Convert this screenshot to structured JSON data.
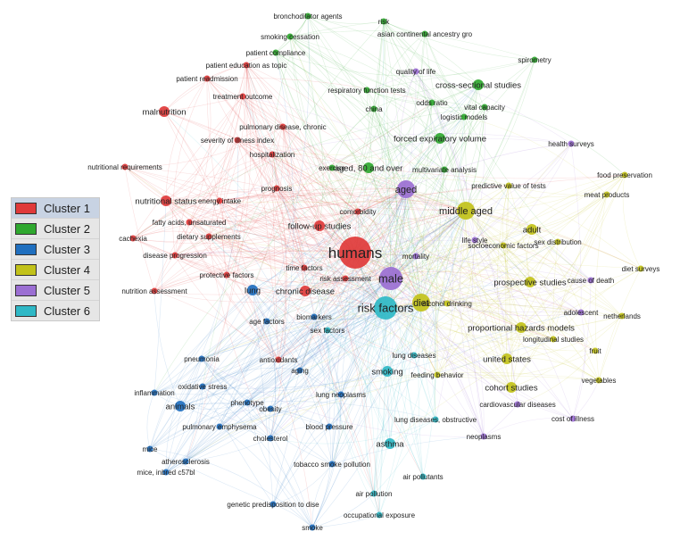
{
  "legend": [
    {
      "label": "Cluster 1",
      "color": "#e03a3a"
    },
    {
      "label": "Cluster 2",
      "color": "#2fa82f"
    },
    {
      "label": "Cluster 3",
      "color": "#1f6fbf"
    },
    {
      "label": "Cluster 4",
      "color": "#c2c21a"
    },
    {
      "label": "Cluster 5",
      "color": "#9b6fd3"
    },
    {
      "label": "Cluster 6",
      "color": "#2fb8c6"
    }
  ],
  "nodes": [
    {
      "label": "humans",
      "cluster": 1,
      "weight": 5
    },
    {
      "label": "male",
      "cluster": 5,
      "weight": 4
    },
    {
      "label": "risk factors",
      "cluster": 6,
      "weight": 4
    },
    {
      "label": "aged",
      "cluster": 5,
      "weight": 3
    },
    {
      "label": "middle aged",
      "cluster": 4,
      "weight": 3
    },
    {
      "label": "diet",
      "cluster": 4,
      "weight": 3
    },
    {
      "label": "smoking",
      "cluster": 6,
      "weight": 2
    },
    {
      "label": "adult",
      "cluster": 4,
      "weight": 2
    },
    {
      "label": "prospective studies",
      "cluster": 4,
      "weight": 2
    },
    {
      "label": "aged, 80 and over",
      "cluster": 2,
      "weight": 2
    },
    {
      "label": "forced expiratory volume",
      "cluster": 2,
      "weight": 2
    },
    {
      "label": "cross-sectional studies",
      "cluster": 2,
      "weight": 2
    },
    {
      "label": "follow-up studies",
      "cluster": 1,
      "weight": 2
    },
    {
      "label": "chronic disease",
      "cluster": 1,
      "weight": 2
    },
    {
      "label": "proportional hazards models",
      "cluster": 4,
      "weight": 2
    },
    {
      "label": "united states",
      "cluster": 4,
      "weight": 2
    },
    {
      "label": "cohort studies",
      "cluster": 4,
      "weight": 2
    },
    {
      "label": "asthma",
      "cluster": 6,
      "weight": 2
    },
    {
      "label": "nutritional status",
      "cluster": 1,
      "weight": 2
    },
    {
      "label": "animals",
      "cluster": 3,
      "weight": 2
    },
    {
      "label": "lung",
      "cluster": 3,
      "weight": 2
    },
    {
      "label": "malnutrition",
      "cluster": 1,
      "weight": 2
    },
    {
      "label": "treatment outcome",
      "cluster": 1,
      "weight": 1
    },
    {
      "label": "pulmonary disease, chronic",
      "cluster": 1,
      "weight": 1
    },
    {
      "label": "mortality",
      "cluster": 5,
      "weight": 1
    },
    {
      "label": "risk assessment",
      "cluster": 1,
      "weight": 1
    },
    {
      "label": "time factors",
      "cluster": 1,
      "weight": 1
    },
    {
      "label": "bronchodilator agents",
      "cluster": 2,
      "weight": 1
    },
    {
      "label": "risk",
      "cluster": 2,
      "weight": 1
    },
    {
      "label": "smoking cessation",
      "cluster": 2,
      "weight": 1
    },
    {
      "label": "asian continental ancestry gro",
      "cluster": 2,
      "weight": 1
    },
    {
      "label": "patient compliance",
      "cluster": 2,
      "weight": 1
    },
    {
      "label": "spirometry",
      "cluster": 2,
      "weight": 1
    },
    {
      "label": "patient education as topic",
      "cluster": 1,
      "weight": 1
    },
    {
      "label": "patient readmission",
      "cluster": 1,
      "weight": 1
    },
    {
      "label": "quality of life",
      "cluster": 5,
      "weight": 1
    },
    {
      "label": "respiratory function tests",
      "cluster": 2,
      "weight": 1
    },
    {
      "label": "odds ratio",
      "cluster": 2,
      "weight": 1
    },
    {
      "label": "vital capacity",
      "cluster": 2,
      "weight": 1
    },
    {
      "label": "logistic models",
      "cluster": 2,
      "weight": 1
    },
    {
      "label": "china",
      "cluster": 2,
      "weight": 1
    },
    {
      "label": "severity of illness index",
      "cluster": 1,
      "weight": 1
    },
    {
      "label": "hospitalization",
      "cluster": 1,
      "weight": 1
    },
    {
      "label": "health surveys",
      "cluster": 5,
      "weight": 1
    },
    {
      "label": "nutritional requirements",
      "cluster": 1,
      "weight": 1
    },
    {
      "label": "exercise",
      "cluster": 2,
      "weight": 1
    },
    {
      "label": "multivariate analysis",
      "cluster": 2,
      "weight": 1
    },
    {
      "label": "food preservation",
      "cluster": 4,
      "weight": 1
    },
    {
      "label": "prognosis",
      "cluster": 1,
      "weight": 1
    },
    {
      "label": "predictive value of tests",
      "cluster": 4,
      "weight": 1
    },
    {
      "label": "meat products",
      "cluster": 4,
      "weight": 1
    },
    {
      "label": "energy intake",
      "cluster": 1,
      "weight": 1
    },
    {
      "label": "comorbidity",
      "cluster": 1,
      "weight": 1
    },
    {
      "label": "fatty acids, unsaturated",
      "cluster": 1,
      "weight": 1
    },
    {
      "label": "cachexia",
      "cluster": 1,
      "weight": 1
    },
    {
      "label": "dietary supplements",
      "cluster": 1,
      "weight": 1
    },
    {
      "label": "life style",
      "cluster": 5,
      "weight": 1
    },
    {
      "label": "socioeconomic factors",
      "cluster": 4,
      "weight": 1
    },
    {
      "label": "sex distribution",
      "cluster": 4,
      "weight": 1
    },
    {
      "label": "disease progression",
      "cluster": 1,
      "weight": 1
    },
    {
      "label": "protective factors",
      "cluster": 1,
      "weight": 1
    },
    {
      "label": "diet surveys",
      "cluster": 4,
      "weight": 1
    },
    {
      "label": "nutrition assessment",
      "cluster": 1,
      "weight": 1
    },
    {
      "label": "cause of death",
      "cluster": 5,
      "weight": 1
    },
    {
      "label": "alcohol drinking",
      "cluster": 4,
      "weight": 1
    },
    {
      "label": "adolescent",
      "cluster": 5,
      "weight": 1
    },
    {
      "label": "netherlands",
      "cluster": 4,
      "weight": 1
    },
    {
      "label": "age factors",
      "cluster": 3,
      "weight": 1
    },
    {
      "label": "biomarkers",
      "cluster": 3,
      "weight": 1
    },
    {
      "label": "sex factors",
      "cluster": 6,
      "weight": 1
    },
    {
      "label": "longitudinal studies",
      "cluster": 4,
      "weight": 1
    },
    {
      "label": "fruit",
      "cluster": 4,
      "weight": 1
    },
    {
      "label": "pneumonia",
      "cluster": 3,
      "weight": 1
    },
    {
      "label": "antioxidants",
      "cluster": 1,
      "weight": 1
    },
    {
      "label": "lung diseases",
      "cluster": 6,
      "weight": 1
    },
    {
      "label": "aging",
      "cluster": 3,
      "weight": 1
    },
    {
      "label": "feeding behavior",
      "cluster": 4,
      "weight": 1
    },
    {
      "label": "vegetables",
      "cluster": 4,
      "weight": 1
    },
    {
      "label": "inflammation",
      "cluster": 3,
      "weight": 1
    },
    {
      "label": "oxidative stress",
      "cluster": 3,
      "weight": 1
    },
    {
      "label": "lung neoplasms",
      "cluster": 3,
      "weight": 1
    },
    {
      "label": "phenotype",
      "cluster": 3,
      "weight": 1
    },
    {
      "label": "obesity",
      "cluster": 3,
      "weight": 1
    },
    {
      "label": "cardiovascular diseases",
      "cluster": 5,
      "weight": 1
    },
    {
      "label": "lung diseases, obstructive",
      "cluster": 6,
      "weight": 1
    },
    {
      "label": "cost of illness",
      "cluster": 5,
      "weight": 1
    },
    {
      "label": "pulmonary emphysema",
      "cluster": 3,
      "weight": 1
    },
    {
      "label": "blood pressure",
      "cluster": 3,
      "weight": 1
    },
    {
      "label": "neoplasms",
      "cluster": 5,
      "weight": 1
    },
    {
      "label": "mice",
      "cluster": 3,
      "weight": 1
    },
    {
      "label": "cholesterol",
      "cluster": 3,
      "weight": 1
    },
    {
      "label": "atherosclerosis",
      "cluster": 3,
      "weight": 1
    },
    {
      "label": "mice, inbred c57bl",
      "cluster": 3,
      "weight": 1
    },
    {
      "label": "tobacco smoke pollution",
      "cluster": 3,
      "weight": 1
    },
    {
      "label": "air pollutants",
      "cluster": 6,
      "weight": 1
    },
    {
      "label": "air pollution",
      "cluster": 6,
      "weight": 1
    },
    {
      "label": "genetic predisposition to dise",
      "cluster": 3,
      "weight": 1
    },
    {
      "label": "occupational exposure",
      "cluster": 6,
      "weight": 1
    },
    {
      "label": "smoke",
      "cluster": 3,
      "weight": 1
    }
  ]
}
